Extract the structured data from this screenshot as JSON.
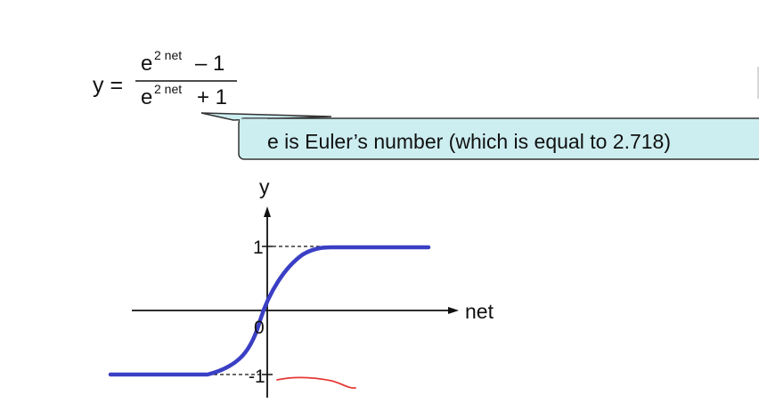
{
  "formula": {
    "lhs": "y =",
    "numerator": {
      "base": "e",
      "exponent": "2 net",
      "rest": "– 1"
    },
    "denominator": {
      "base": "e",
      "exponent": "2 net",
      "rest": "+ 1"
    }
  },
  "callout": {
    "text": "e is Euler’s number (which is equal to 2.718)",
    "fill_color": "#cdeef1",
    "border_color": "#333333"
  },
  "graph": {
    "y_axis_label": "y",
    "x_axis_label": "net",
    "tick_upper": "1",
    "tick_origin": "0",
    "tick_lower": "-1",
    "curve_color": "#3a3fc4",
    "annotation_color": "#e53935"
  }
}
